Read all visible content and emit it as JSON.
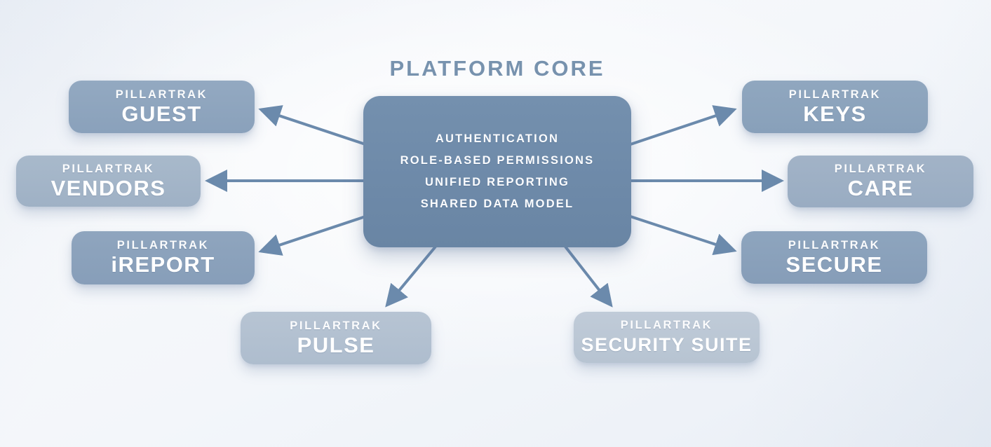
{
  "title": "PLATFORM CORE",
  "core": {
    "capabilities": {
      "0": "AUTHENTICATION",
      "1": "ROLE-BASED PERMISSIONS",
      "2": "UNIFIED REPORTING",
      "3": "SHARED DATA MODEL"
    }
  },
  "modules": {
    "guest": {
      "brand": "PILLARTRAK",
      "name": "GUEST",
      "color": "#8fa6be"
    },
    "vendors": {
      "brand": "PILLARTRAK",
      "name": "VENDORS",
      "color": "#a3b5c8"
    },
    "ireport": {
      "brand": "PILLARTRAK",
      "name": "iREPORT",
      "color": "#8ba1bb"
    },
    "pulse": {
      "brand": "PILLARTRAK",
      "name": "PULSE",
      "color": "#b2c0d0"
    },
    "security": {
      "brand": "PILLARTRAK",
      "name": "SECURITY SUITE",
      "color": "#bcc8d5"
    },
    "keys": {
      "brand": "PILLARTRAK",
      "name": "KEYS",
      "color": "#8ca3bd"
    },
    "care": {
      "brand": "PILLARTRAK",
      "name": "CARE",
      "color": "#9dafc4"
    },
    "secure": {
      "brand": "PILLARTRAK",
      "name": "SECURE",
      "color": "#8aa1bb"
    }
  },
  "colors": {
    "core_box": "#6e8aa9",
    "title_text": "#7792ae",
    "arrow": "#6b8aac",
    "background": "#f3f6fa",
    "module_text": "#ffffff"
  }
}
